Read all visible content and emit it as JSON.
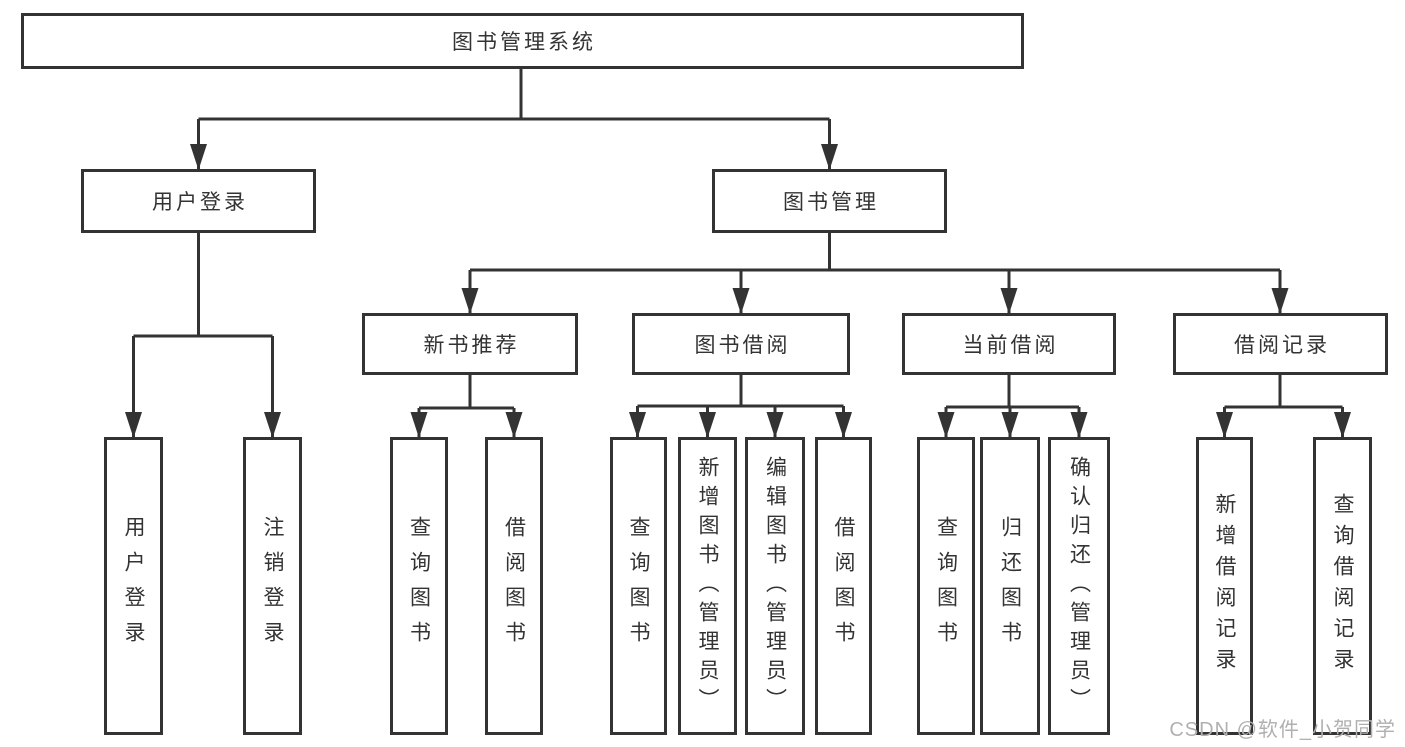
{
  "diagram": {
    "type": "tree",
    "root": {
      "label": "图书管理系统"
    },
    "branches": [
      {
        "label": "用户登录",
        "leaves": [
          "用户登录",
          "注销登录"
        ]
      },
      {
        "label": "图书管理",
        "children": [
          {
            "label": "新书推荐",
            "leaves": [
              "查询图书",
              "借阅图书"
            ]
          },
          {
            "label": "图书借阅",
            "leaves": [
              "查询图书",
              "新增图书（管理员）",
              "编辑图书（管理员）",
              "借阅图书"
            ]
          },
          {
            "label": "当前借阅",
            "leaves": [
              "查询图书",
              "归还图书",
              "确认归还（管理员）"
            ]
          },
          {
            "label": "借阅记录",
            "leaves": [
              "新增借阅记录",
              "查询借阅记录"
            ]
          }
        ]
      }
    ]
  },
  "watermark": {
    "text": "CSDN @软件_小贺同学"
  },
  "colors": {
    "line": "#333333",
    "box_border": "#333333",
    "box_fill": "#ffffff",
    "text": "#333333",
    "watermark": "#b0b0b0",
    "background": "#ffffff"
  }
}
